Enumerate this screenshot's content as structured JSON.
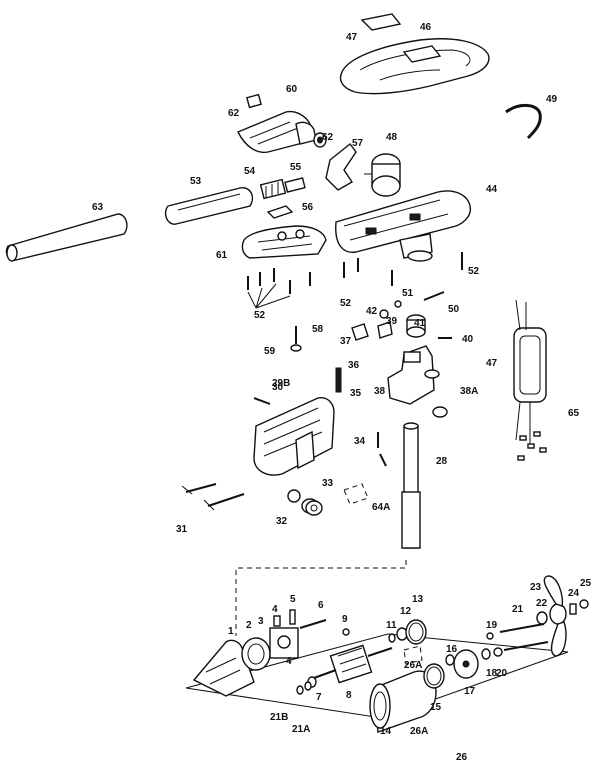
{
  "labels": [
    {
      "id": "47",
      "key": "l47"
    },
    {
      "id": "46",
      "key": "l46"
    },
    {
      "id": "49",
      "key": "l49"
    },
    {
      "id": "60",
      "key": "l60"
    },
    {
      "id": "62",
      "key": "l62a"
    },
    {
      "id": "62",
      "key": "l62b"
    },
    {
      "id": "48",
      "key": "l48"
    },
    {
      "id": "57",
      "key": "l57"
    },
    {
      "id": "54",
      "key": "l54"
    },
    {
      "id": "55",
      "key": "l55"
    },
    {
      "id": "53",
      "key": "l53"
    },
    {
      "id": "63",
      "key": "l63"
    },
    {
      "id": "56",
      "key": "l56"
    },
    {
      "id": "44",
      "key": "l44"
    },
    {
      "id": "61",
      "key": "l61"
    },
    {
      "id": "52",
      "key": "l52a"
    },
    {
      "id": "52",
      "key": "l52b"
    },
    {
      "id": "52",
      "key": "l52c"
    },
    {
      "id": "51",
      "key": "l51"
    },
    {
      "id": "50",
      "key": "l50"
    },
    {
      "id": "42",
      "key": "l42"
    },
    {
      "id": "39",
      "key": "l39"
    },
    {
      "id": "41",
      "key": "l41"
    },
    {
      "id": "40",
      "key": "l40"
    },
    {
      "id": "37",
      "key": "l37"
    },
    {
      "id": "58",
      "key": "l58"
    },
    {
      "id": "59",
      "key": "l59"
    },
    {
      "id": "47",
      "key": "l47b"
    },
    {
      "id": "38",
      "key": "l38"
    },
    {
      "id": "36",
      "key": "l36"
    },
    {
      "id": "29B",
      "key": "l29B"
    },
    {
      "id": "30",
      "key": "l30"
    },
    {
      "id": "35",
      "key": "l35"
    },
    {
      "id": "38A",
      "key": "l38A"
    },
    {
      "id": "65",
      "key": "l65"
    },
    {
      "id": "34",
      "key": "l34"
    },
    {
      "id": "28",
      "key": "l28"
    },
    {
      "id": "33",
      "key": "l33"
    },
    {
      "id": "64A",
      "key": "l64A"
    },
    {
      "id": "32",
      "key": "l32"
    },
    {
      "id": "31",
      "key": "l31"
    },
    {
      "id": "1",
      "key": "l1"
    },
    {
      "id": "2",
      "key": "l2"
    },
    {
      "id": "3",
      "key": "l3"
    },
    {
      "id": "4",
      "key": "l4a"
    },
    {
      "id": "4",
      "key": "l4b"
    },
    {
      "id": "5",
      "key": "l5"
    },
    {
      "id": "6",
      "key": "l6"
    },
    {
      "id": "9",
      "key": "l9"
    },
    {
      "id": "11",
      "key": "l11"
    },
    {
      "id": "12",
      "key": "l12"
    },
    {
      "id": "13",
      "key": "l13"
    },
    {
      "id": "26A",
      "key": "l26Aa"
    },
    {
      "id": "8",
      "key": "l8"
    },
    {
      "id": "7",
      "key": "l7"
    },
    {
      "id": "21B",
      "key": "l21B"
    },
    {
      "id": "21A",
      "key": "l21A"
    },
    {
      "id": "14",
      "key": "l14"
    },
    {
      "id": "26A",
      "key": "l26Ab"
    },
    {
      "id": "15",
      "key": "l15"
    },
    {
      "id": "16",
      "key": "l16"
    },
    {
      "id": "17",
      "key": "l17"
    },
    {
      "id": "18",
      "key": "l18"
    },
    {
      "id": "19",
      "key": "l19"
    },
    {
      "id": "20",
      "key": "l20"
    },
    {
      "id": "21",
      "key": "l21"
    },
    {
      "id": "22",
      "key": "l22"
    },
    {
      "id": "23",
      "key": "l23"
    },
    {
      "id": "24",
      "key": "l24"
    },
    {
      "id": "25",
      "key": "l25"
    },
    {
      "id": "26",
      "key": "l26"
    }
  ]
}
